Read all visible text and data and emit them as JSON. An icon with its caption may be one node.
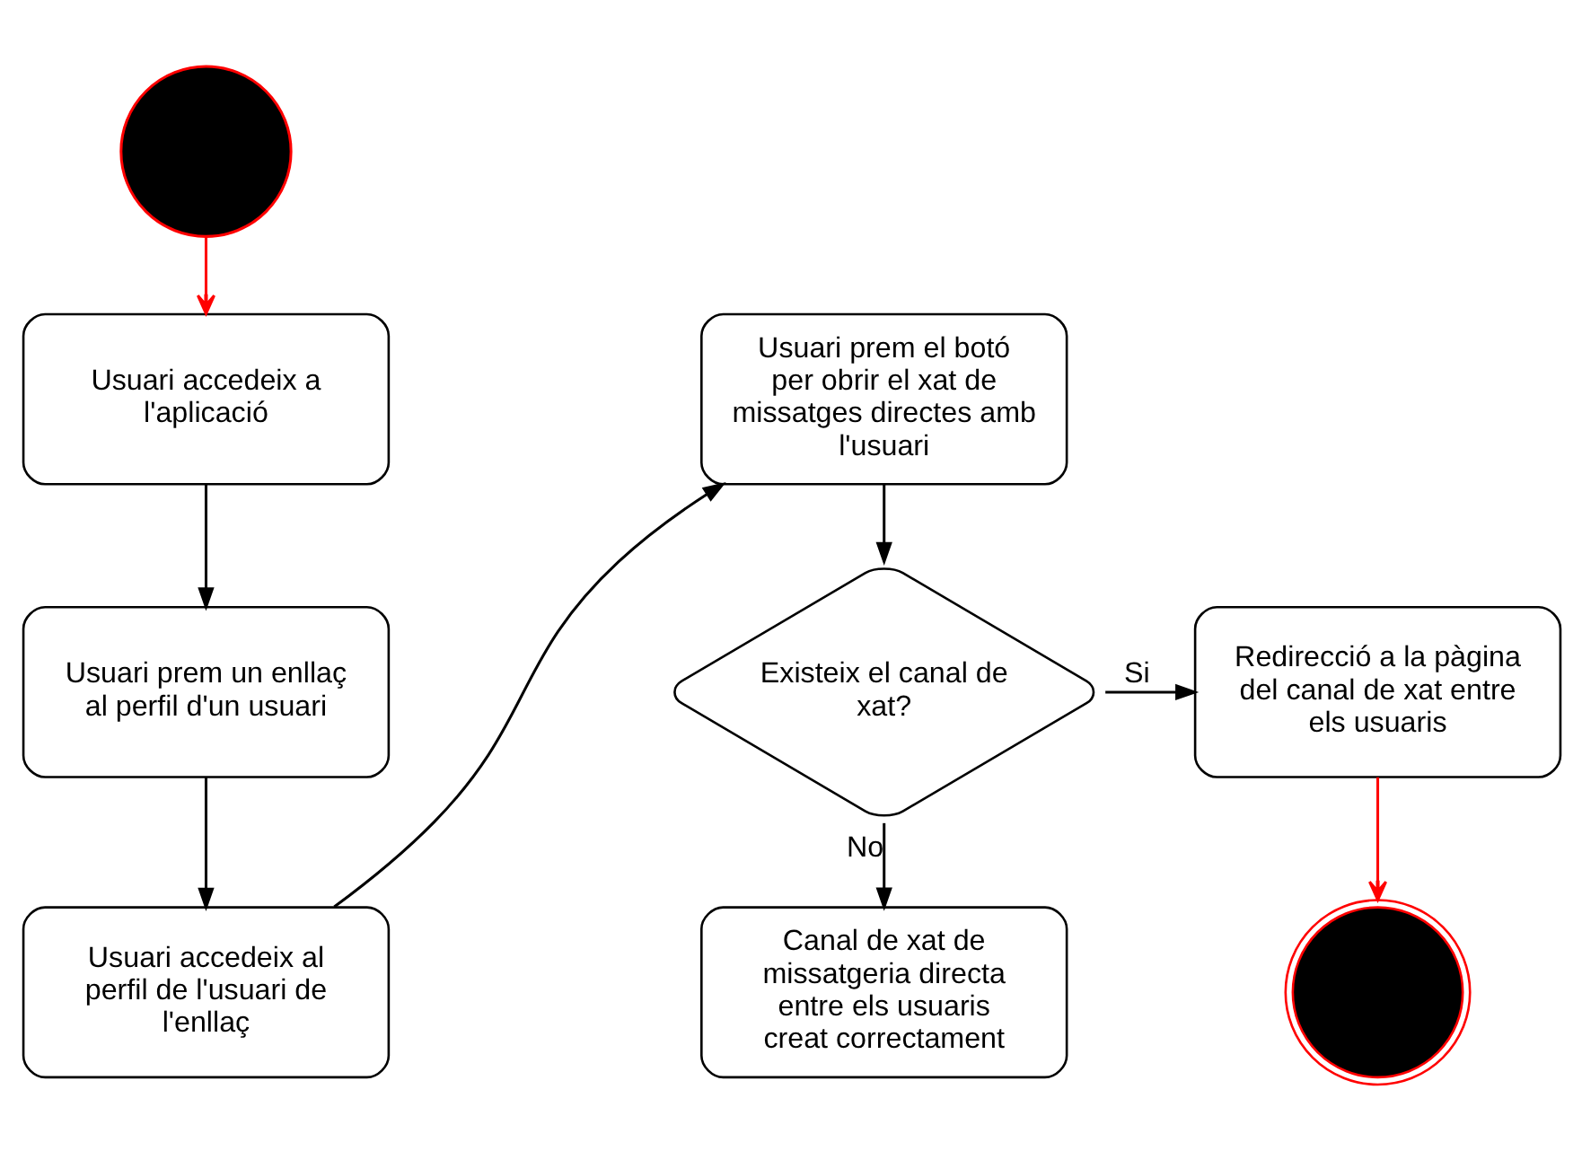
{
  "diagram": {
    "nodes": [
      {
        "text": [],
        "shape": "circle"
      },
      {
        "text": [
          "Usuari accedeix a l'aplicació"
        ]
      },
      {
        "text": [
          "Usuari prem un enllaç al perfil d'un usuari"
        ]
      },
      {
        "text": [
          "Usuari accedeix al perfil de l'usuari de l'enllaç"
        ]
      },
      {
        "text": [
          "Usuari prem el botó per obrir el xat de missatges directes amb l'usuari"
        ]
      },
      {
        "text": [
          "Existeix el canal de xat?"
        ]
      },
      {
        "text": [
          "Redirecció a la pàgina del canal de xat entre els usuaris"
        ]
      },
      {
        "text": [
          "Canal de xat de missatgeria directa entre els usuaris creat correctament"
        ]
      },
      {
        "text": [],
        "shape": "circle"
      }
    ],
    "edges": [
      {
        "from": 0,
        "to": 1,
        "arrow": "to",
        "color": "#ff0000"
      },
      {
        "from": 1,
        "to": 2,
        "arrow": "to"
      },
      {
        "from": 2,
        "to": 3,
        "arrow": "to"
      },
      {
        "from": 3,
        "to": 4,
        "arrow": "to"
      },
      {
        "from": 4,
        "to": 5,
        "arrow": "to"
      },
      {
        "from": 5,
        "to": 6,
        "arrow": "to",
        "label": "Si"
      },
      {
        "from": 5,
        "to": 7,
        "arrow": "to",
        "label": "No"
      },
      {
        "from": 6,
        "to": 8,
        "arrow": "to",
        "color": "#ff0000"
      }
    ]
  }
}
